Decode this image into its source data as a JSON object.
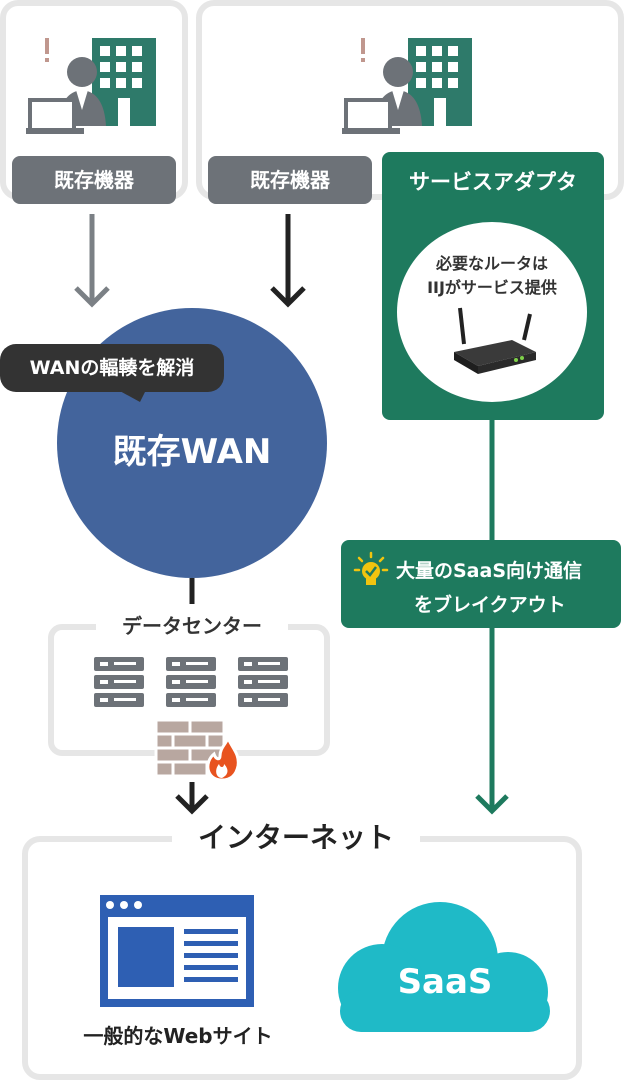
{
  "left_box": {
    "label": "既存機器"
  },
  "middle_box": {
    "label": "既存機器"
  },
  "adapter": {
    "title": "サービスアダプタ",
    "note_line1": "必要なルータは",
    "note_line2": "IIJがサービス提供"
  },
  "wan": {
    "bubble": "WANの輻輳を解消",
    "title": "既存WAN"
  },
  "datacenter": {
    "title": "データセンター"
  },
  "breakout": {
    "line1": "大量のSaaS向け通信",
    "line2": "をブレイクアウト"
  },
  "internet": {
    "title": "インターネット",
    "website_label": "一般的なWebサイト",
    "saas_label": "SaaS"
  },
  "colors": {
    "gray": "#6d7278",
    "green": "#1e7a5e",
    "wan_blue": "#43649c",
    "dark": "#333333",
    "saas_cyan": "#1fbac7",
    "browser_blue": "#2e5fb3"
  }
}
